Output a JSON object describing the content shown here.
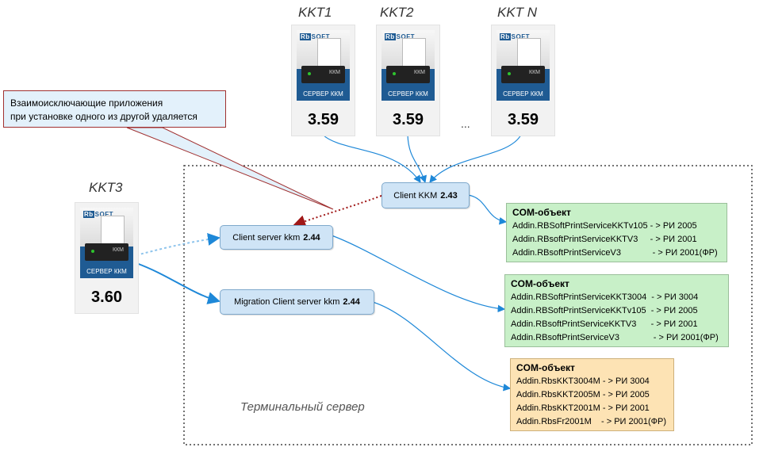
{
  "kkt_devices": [
    {
      "title": "KKT1",
      "logo": "SOFT",
      "caption": "СЕРВЕР ККМ",
      "version": "3.59"
    },
    {
      "title": "KKT2",
      "logo": "SOFT",
      "caption": "СЕРВЕР ККМ",
      "version": "3.59"
    },
    {
      "title": "KKT N",
      "logo": "SOFT",
      "caption": "СЕРВЕР ККМ",
      "version": "3.59"
    },
    {
      "title": "KKT3",
      "logo": "SOFT",
      "caption": "СЕРВЕР ККМ",
      "version": "3.60"
    }
  ],
  "ellipsis": "...",
  "callout": {
    "line1": "Взаимоисключающие приложения",
    "line2": "при установке одного из другой удаляется"
  },
  "clients": [
    {
      "name": "Client KKM",
      "version": "2.43"
    },
    {
      "name": "Client server kkm",
      "version": "2.44"
    },
    {
      "name": "Migration Client server kkm",
      "version": "2.44"
    }
  ],
  "com_objects": [
    {
      "header": "COM-объект",
      "rows": [
        "Addin.RBSoftPrintServiceKKTv105 - > РИ 2005",
        "Addin.RBsoftPrintServiceKKTV3     - > РИ 2001",
        "Addin.RBsoftPrintServiceV3             - > РИ 2001(ФР)"
      ]
    },
    {
      "header": "COM-объект",
      "rows": [
        "Addin.RBSoftPrintServiceKKT3004  - > РИ 3004",
        "Addin.RBSoftPrintServiceKKTv105  - > РИ 2005",
        "Addin.RBsoftPrintServiceKKTV3      - > РИ 2001",
        "Addin.RBsoftPrintServiceV3              - > РИ 2001(ФР)"
      ]
    },
    {
      "header": "COM-объект",
      "rows": [
        "Addin.RbsKKT3004M - > РИ 3004",
        "Addin.RbsKKT2005M - > РИ 2005",
        "Addin.RbsKKT2001M - > РИ 2001",
        "Addin.RbsFr2001M    - > РИ 2001(ФР)"
      ]
    }
  ],
  "terminal_label": "Терминальный сервер",
  "colors": {
    "node_fill": "#cfe4f6",
    "com_green": "#c8f0c8",
    "com_orange": "#fde3b4",
    "arrow_blue": "#1e88d8",
    "arrow_red": "#a01818"
  }
}
